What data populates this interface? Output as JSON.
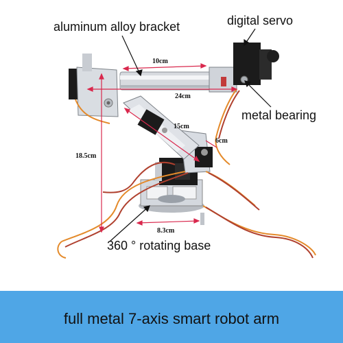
{
  "callouts": {
    "bracket": "aluminum alloy bracket",
    "servo": "digital servo",
    "bearing": "metal bearing",
    "base": "360 ° rotating base"
  },
  "dimensions": {
    "arm_top": "10cm",
    "arm_length": "24cm",
    "forearm": "15cm",
    "wrist": "6cm",
    "height": "18.5cm",
    "base_width": "8.3cm"
  },
  "banner": {
    "text": "full metal 7-axis smart robot arm"
  },
  "colors": {
    "banner": "#4fa6e6",
    "dimension_line": "#d9284d",
    "cable_orange": "#e48a2a",
    "metal": "#c9cdd3"
  }
}
